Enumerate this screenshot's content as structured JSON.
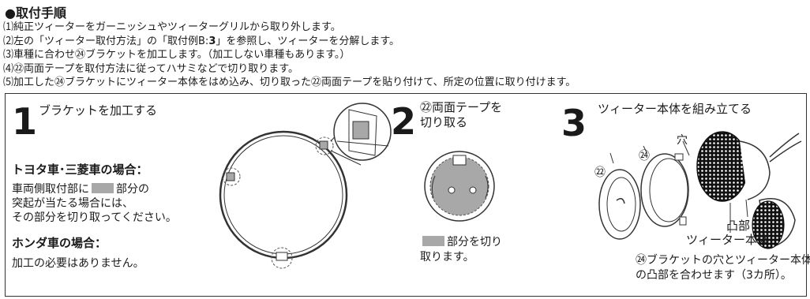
{
  "heading": "●取付手順",
  "steps": [
    "⑴純正ツィーターをガーニッシュやツィーターグリルから取り外します。",
    "⑵左の「ツィーター取付方法」の「取付例B:",
    "3",
    "」を参照し、ツィーターを分解します。",
    "⑶車種に合わせ㉔ブラケットを加工します。（加工しない車種もあります。）",
    "⑷㉒両面テープを取付方法に従ってハサミなどで切り取ります。",
    "⑸加工した㉔ブラケットにツィーター本体をはめ込み、切り取った㉒両面テープを貼り付けて、所定の位置に取り付けます。"
  ],
  "step1": {
    "number": "1",
    "title": "ブラケットを加工する",
    "toyota_heading": "トヨタ車･三菱車の場合：",
    "toyota_line1_a": "車両側取付部に",
    "toyota_line1_b": "部分の",
    "toyota_line2": "突起が当たる場合には、",
    "toyota_line3": "その部分を切り取ってください。",
    "honda_heading": "ホンダ車の場合：",
    "honda_text": "加工の必要はありません。"
  },
  "step2": {
    "number": "2",
    "title_line1": "㉒両面テープを",
    "title_line2": "切り取る",
    "caption_a": "部分を切り",
    "caption_b": "取ります。"
  },
  "step3": {
    "number": "3",
    "title": "ツィーター本体を組み立てる",
    "label_22": "㉒",
    "label_24": "㉔",
    "label_hole": "穴",
    "label_boss": "凸部",
    "label_body": "ツィーター本体",
    "caption_line1": "㉔ブラケットの穴とツィーター本体",
    "caption_line2": "の凸部を合わせます（3カ所）。"
  },
  "colors": {
    "cut_area": "#a8a8a8",
    "line": "#333333"
  }
}
